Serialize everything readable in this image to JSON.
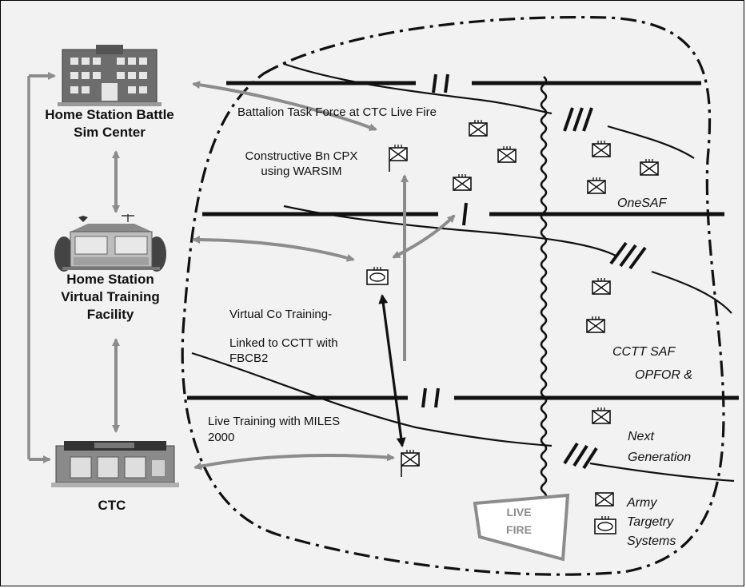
{
  "nodes": {
    "home_station_bsc": {
      "line1": "Home Station Battle",
      "line2": "Sim Center"
    },
    "home_station_vtf": {
      "line1": "Home Station",
      "line2": "Virtual Training",
      "line3": "Facility"
    },
    "ctc": {
      "label": "CTC"
    }
  },
  "annotations": {
    "bn_task_force": "Battalion Task Force at CTC Live Fire",
    "constructive_l1": "Constructive Bn CPX",
    "constructive_l2": "using WARSIM",
    "virtual_l1": "Virtual Co Training-",
    "virtual_l2": "Linked to CCTT with",
    "virtual_l3": "FBCB2",
    "live_l1": "Live Training with MILES",
    "live_l2": "2000"
  },
  "opfor": {
    "onesaf": "OneSAF",
    "cctt_saf": "CCTT SAF",
    "opfor": "OPFOR &",
    "next": "Next",
    "generation": "Generation",
    "army": "Army",
    "targetry": "Targetry",
    "systems": "Systems"
  },
  "live_fire": {
    "line1": "LIVE",
    "line2": "FIRE"
  }
}
